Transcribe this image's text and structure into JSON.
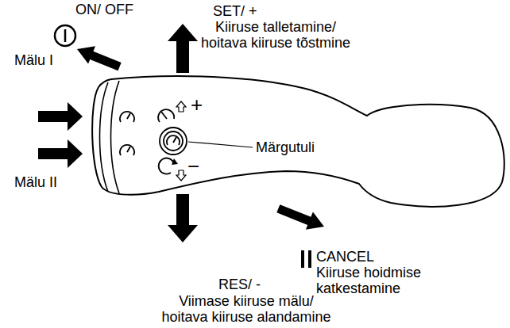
{
  "diagram": {
    "labels": [
      "ON/ OFF",
      "SET/ +",
      "Kiiruse talletamine/ hoitava kiiruse tõstmine",
      "Mälu I",
      "+",
      "Märgutuli",
      "Mälu II",
      "−",
      "CANCEL",
      "Kiiruse hoidmise katkestamine",
      "RES/ -",
      "Viimase kiiruse mälu/ hoitava kiiruse alandamine"
    ]
  }
}
